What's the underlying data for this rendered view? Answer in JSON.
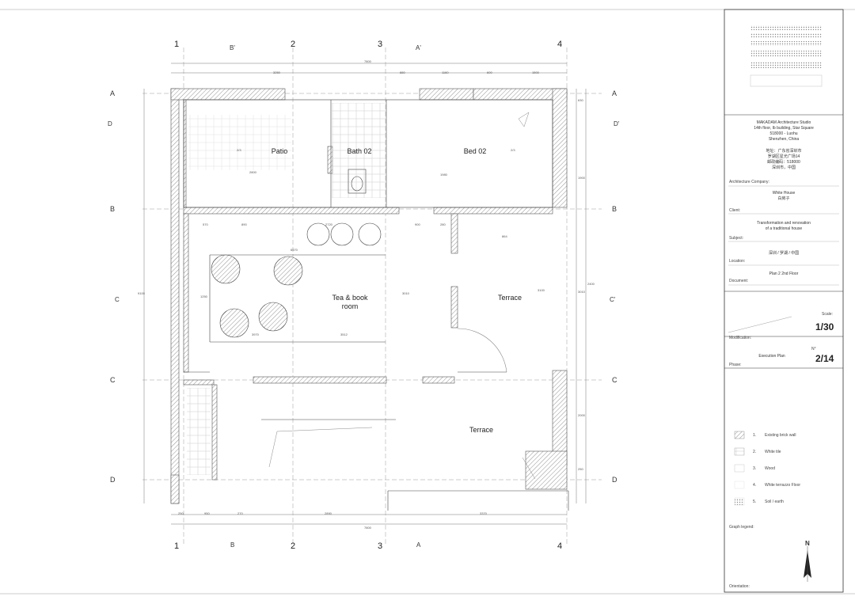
{
  "grid": {
    "numbers": [
      "1",
      "2",
      "3",
      "4"
    ],
    "letters": [
      "A",
      "B",
      "C",
      "D"
    ]
  },
  "sections": {
    "b": "B'",
    "a": "A'",
    "b_bottom": "B",
    "a_bottom": "A",
    "d": "D'",
    "c": "C'"
  },
  "rooms": {
    "patio": "Patio",
    "bath": "Bath 02",
    "bed": "Bed 02",
    "tea_line1": "Tea & book",
    "tea_line2": "room",
    "terrace_upper": "Terrace",
    "terrace_lower": "Terrace"
  },
  "dimensions": {
    "top_total": "7800",
    "top_seg1": "3250",
    "top_seg2": "880",
    "top_seg3": "1160",
    "top_seg4": "600",
    "top_seg5": "1500",
    "bottom_total": "7800",
    "bottom_seg1": "250",
    "bottom_seg2": "950",
    "bottom_seg3": "270",
    "bottom_seg4": "2890",
    "bottom_seg5": "3370",
    "left_total": "9100",
    "right_1": "630",
    "right_2": "1900",
    "right_3": "3010",
    "right_4": "2400",
    "right_5": "2000",
    "right_6": "250",
    "patio_w": "2800",
    "bed_w": "1980",
    "r1": "570",
    "r2": "890",
    "r3": "2720",
    "r4": "900",
    "r5": "280",
    "r6": "864",
    "tea_w": "6570",
    "tea_h": "3010",
    "tea_b1": "3970",
    "tea_b2": "3512",
    "terr_h": "3100",
    "left_tea_h": "1250",
    "patio_h": "2/3",
    "bed_h": "2/3"
  },
  "title_block": {
    "studio": [
      "MAKADAM Architecture Studio",
      "14th floor, Ib building, Star Square",
      "518000 - Luohu",
      "Shenzhen, China"
    ],
    "studio_cn": [
      "地址：广东省深圳市",
      "罗湖区星光广场14",
      "邮政编码：518000",
      "深圳市，中国"
    ],
    "architecture_company_label": "Architecture Company:",
    "client_value_line1": "White House",
    "client_value_line2": "白房子",
    "client_label": "Client:",
    "subject_line1": "Transformation and renovation",
    "subject_line2": "of a traditional house",
    "subject_label": "Subject:",
    "location_value": "深圳 / 罗湖 / 中国",
    "location_label": "Location:",
    "document_value": "Plan 2 2nd Floor",
    "document_label": "Document:",
    "scale_label": "Scale:",
    "scale_value": "1/30",
    "modification_label": "Modification:",
    "no_label": "N°",
    "phase_value": "Execution Plan",
    "phase_label": "Phase:",
    "sheet_no": "2/14",
    "legend": [
      {
        "num": "1.",
        "text": "Existing brick wall"
      },
      {
        "num": "2.",
        "text": "White tile"
      },
      {
        "num": "3.",
        "text": "Wood"
      },
      {
        "num": "4.",
        "text": "White terrazzo Floor"
      },
      {
        "num": "5.",
        "text": "Soil / earth"
      }
    ],
    "legend_label": "Graph legend:",
    "north_label": "N",
    "orientation_label": "Orientation:"
  }
}
